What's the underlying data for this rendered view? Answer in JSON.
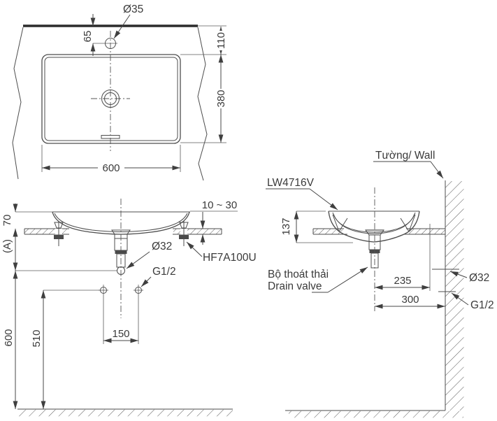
{
  "title": "Washbasin installation technical drawing",
  "colors": {
    "line": "#4d4d4d",
    "text": "#3a3a3a",
    "counter_edge": "#2c2c2c",
    "background": "#ffffff"
  },
  "plan_view": {
    "faucet_hole_label": "Ø35",
    "faucet_offset": "65",
    "counter_overhang": "110",
    "basin_depth": "380",
    "basin_width": "600"
  },
  "front_view": {
    "rim_above_counter": "70",
    "counter_to_drain_end": "(A)",
    "counter_thickness_range": "10 ~ 30",
    "drain_pipe_dia": "Ø32",
    "fixing_kit_model": "HF7A100U",
    "supply_thread": "G1/2",
    "supply_hole_spacing": "150",
    "supply_height_from_floor": "510",
    "drain_height_from_floor": "600"
  },
  "side_view": {
    "wall_label": "Tường/ Wall",
    "product_model": "LW4716V",
    "basin_height": "137",
    "drain_valve_label_vi": "Bộ thoát thải",
    "drain_valve_label_en": "Drain valve",
    "drain_center_to_wall_outlet": "235",
    "drain_center_to_wall": "300",
    "wall_drain_dia": "Ø32",
    "wall_supply_thread": "G1/2"
  }
}
